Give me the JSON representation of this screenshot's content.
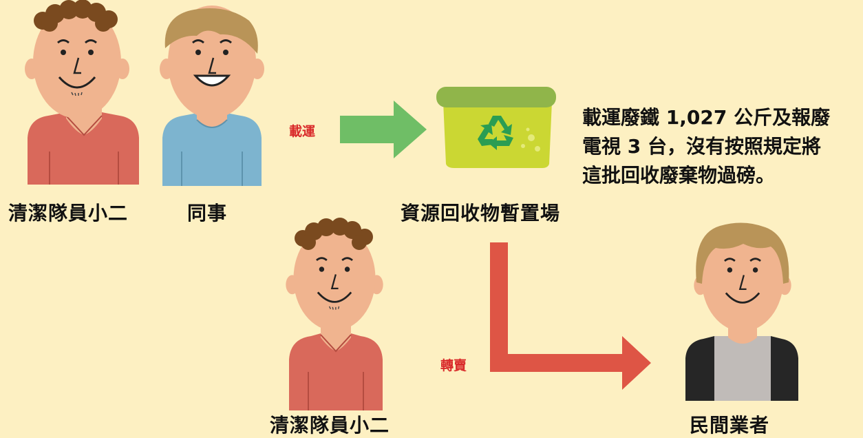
{
  "people": {
    "cleaner_top": "清潔隊員小二",
    "colleague": "同事",
    "cleaner_bottom": "清潔隊員小二",
    "private_dealer": "民間業者"
  },
  "site": {
    "label": "資源回收物暫置場"
  },
  "actions": {
    "transport": "載運",
    "resell": "轉賣"
  },
  "description": {
    "line1": "載運廢鐵 1,027 公斤及報廢",
    "line2": "電視 3 台，沒有按照規定將",
    "line3": "這批回收廢棄物過磅。"
  },
  "colors": {
    "background": "#fdf0c2",
    "skin": "#f0b48f",
    "red_shirt": "#d9695b",
    "blue_shirt": "#7db4cf",
    "green_arrow": "#6fbe66",
    "red_arrow": "#de5545",
    "bin_body": "#cbd733",
    "bin_lid": "#90b54a",
    "recycle_symbol": "#2a9d53",
    "action_text": "#d92a2a"
  },
  "icons": [
    "cleaner-figure",
    "colleague-figure",
    "dealer-figure",
    "recycle-bin-icon",
    "green-arrow",
    "red-l-arrow"
  ]
}
